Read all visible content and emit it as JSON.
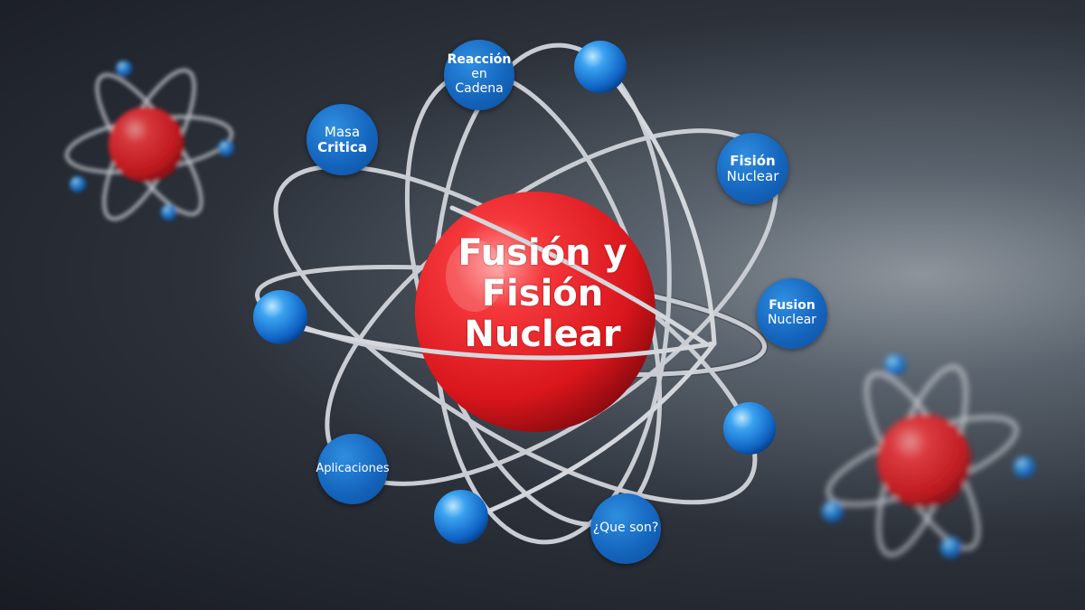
{
  "title": {
    "line1": "Fusión y",
    "line2": "Fisión",
    "line3": "Nuclear"
  },
  "topics": {
    "reaccion": {
      "line1": "Reacción",
      "line2": "en",
      "line3": "Cadena"
    },
    "masa": {
      "line1": "Masa",
      "line2": "Critica"
    },
    "fision": {
      "line1": "Fisión",
      "line2": "Nuclear"
    },
    "fusion": {
      "line1": "Fusion",
      "line2": "Nuclear"
    },
    "aplicaciones": {
      "line1": "Aplicaciones"
    },
    "queson": {
      "line1": "¿Que son?"
    }
  },
  "colors": {
    "nucleus": "#e8242a",
    "electron": "#2b8fe6",
    "topic_circle": "#1566be",
    "orbit": "#c9cdd3",
    "text": "#ffffff"
  }
}
